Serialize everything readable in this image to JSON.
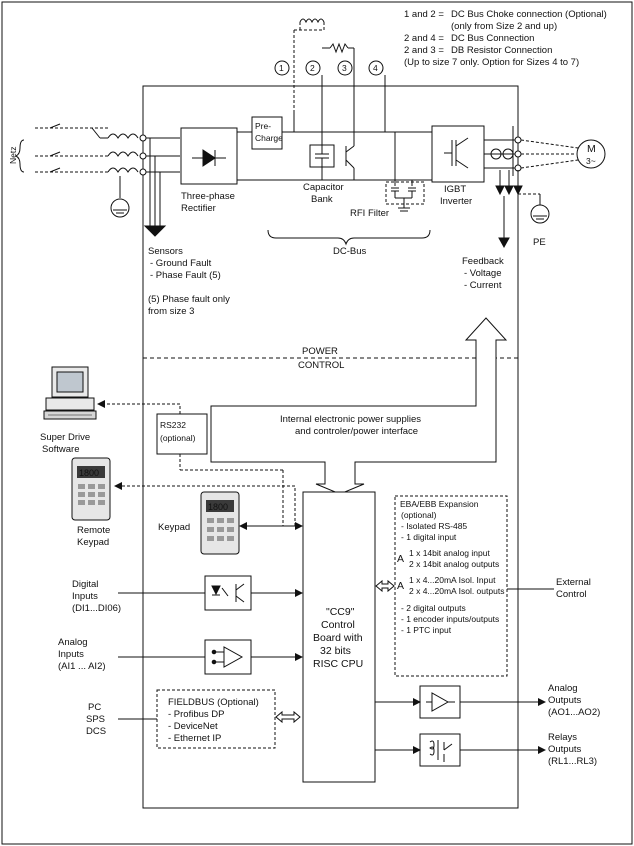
{
  "notes": {
    "n1": {
      "key": "1 and 2 =",
      "text": "DC Bus Choke connection (Optional)"
    },
    "n1b": "(only from Size 2 and up)",
    "n2": {
      "key": "2 and 4 =",
      "text": "DC Bus Connection"
    },
    "n3": {
      "key": "2 and 3 =",
      "text": "DB Resistor Connection"
    },
    "n3b": "(Up to size 7 only. Option for Sizes 4 to 7)"
  },
  "terminals": [
    "1",
    "2",
    "3",
    "4"
  ],
  "power": {
    "netz": "Netz",
    "precharge_1": "Pre-",
    "precharge_2": "Charge",
    "rectifier_1": "Three-phase",
    "rectifier_2": "Rectifier",
    "capacitor_1": "Capacitor",
    "capacitor_2": "Bank",
    "rfi": "RFI Filter",
    "igbt_1": "IGBT",
    "igbt_2": "Inverter",
    "motor_1": "M",
    "motor_2": "3~",
    "pe": "PE",
    "dcbus": "DC-Bus"
  },
  "sensors": {
    "title": "Sensors",
    "items": [
      "- Ground Fault",
      "- Phase Fault (5)"
    ],
    "note_1": "(5) Phase fault only",
    "note_2": "from size 3"
  },
  "feedback": {
    "title": "Feedback",
    "items": [
      "- Voltage",
      "- Current"
    ]
  },
  "power_control": {
    "line1": "POWER",
    "line2": "CONTROL"
  },
  "supplies": {
    "line1": "Internal electronic power supplies",
    "line2": "and controler/power interface"
  },
  "super_drive": {
    "line1": "Super Drive",
    "line2": "Software"
  },
  "rs232": {
    "line1": "RS232",
    "line2": "(optional)"
  },
  "remote_keypad": {
    "line1": "Remote",
    "line2": "Keypad"
  },
  "keypad": {
    "label": "Keypad",
    "display": "1800"
  },
  "control_board": {
    "line1": "\"CC9\"",
    "line2": "Control",
    "line3": "Board with",
    "line4": "32 bits",
    "line5": "RISC CPU"
  },
  "expansion": {
    "title": "EBA/EBB Expansion",
    "lines": [
      "(optional)",
      "- Isolated RS-485",
      "- 1 digital input",
      "1 x 14bit analog input",
      "2 x 14bit analog outputs",
      "1 x 4...20mA Isol. Input",
      "2 x 4...20mA Isol. outputs",
      "- 2 digital outputs",
      "- 1 encoder inputs/outputs",
      "- 1 PTC input"
    ],
    "a_mark_1": "A",
    "a_mark_2": "A"
  },
  "external_control": {
    "line1": "External",
    "line2": "Control"
  },
  "digital_inputs": {
    "line1": "Digital",
    "line2": "Inputs",
    "line3": "(DI1...DI06)"
  },
  "analog_inputs": {
    "line1": "Analog",
    "line2": "Inputs",
    "line3": "(AI1 ... AI2)"
  },
  "pc_sps_dcs": [
    "PC",
    "SPS",
    "DCS"
  ],
  "fieldbus": {
    "title": "FIELDBUS (Optional)",
    "items": [
      "- Profibus DP",
      "- DeviceNet",
      "- Ethernet IP"
    ]
  },
  "analog_outputs": {
    "line1": "Analog",
    "line2": "Outputs",
    "line3": "(AO1...AO2)"
  },
  "relay_outputs": {
    "line1": "Relays",
    "line2": "Outputs",
    "line3": "(RL1...RL3)"
  }
}
